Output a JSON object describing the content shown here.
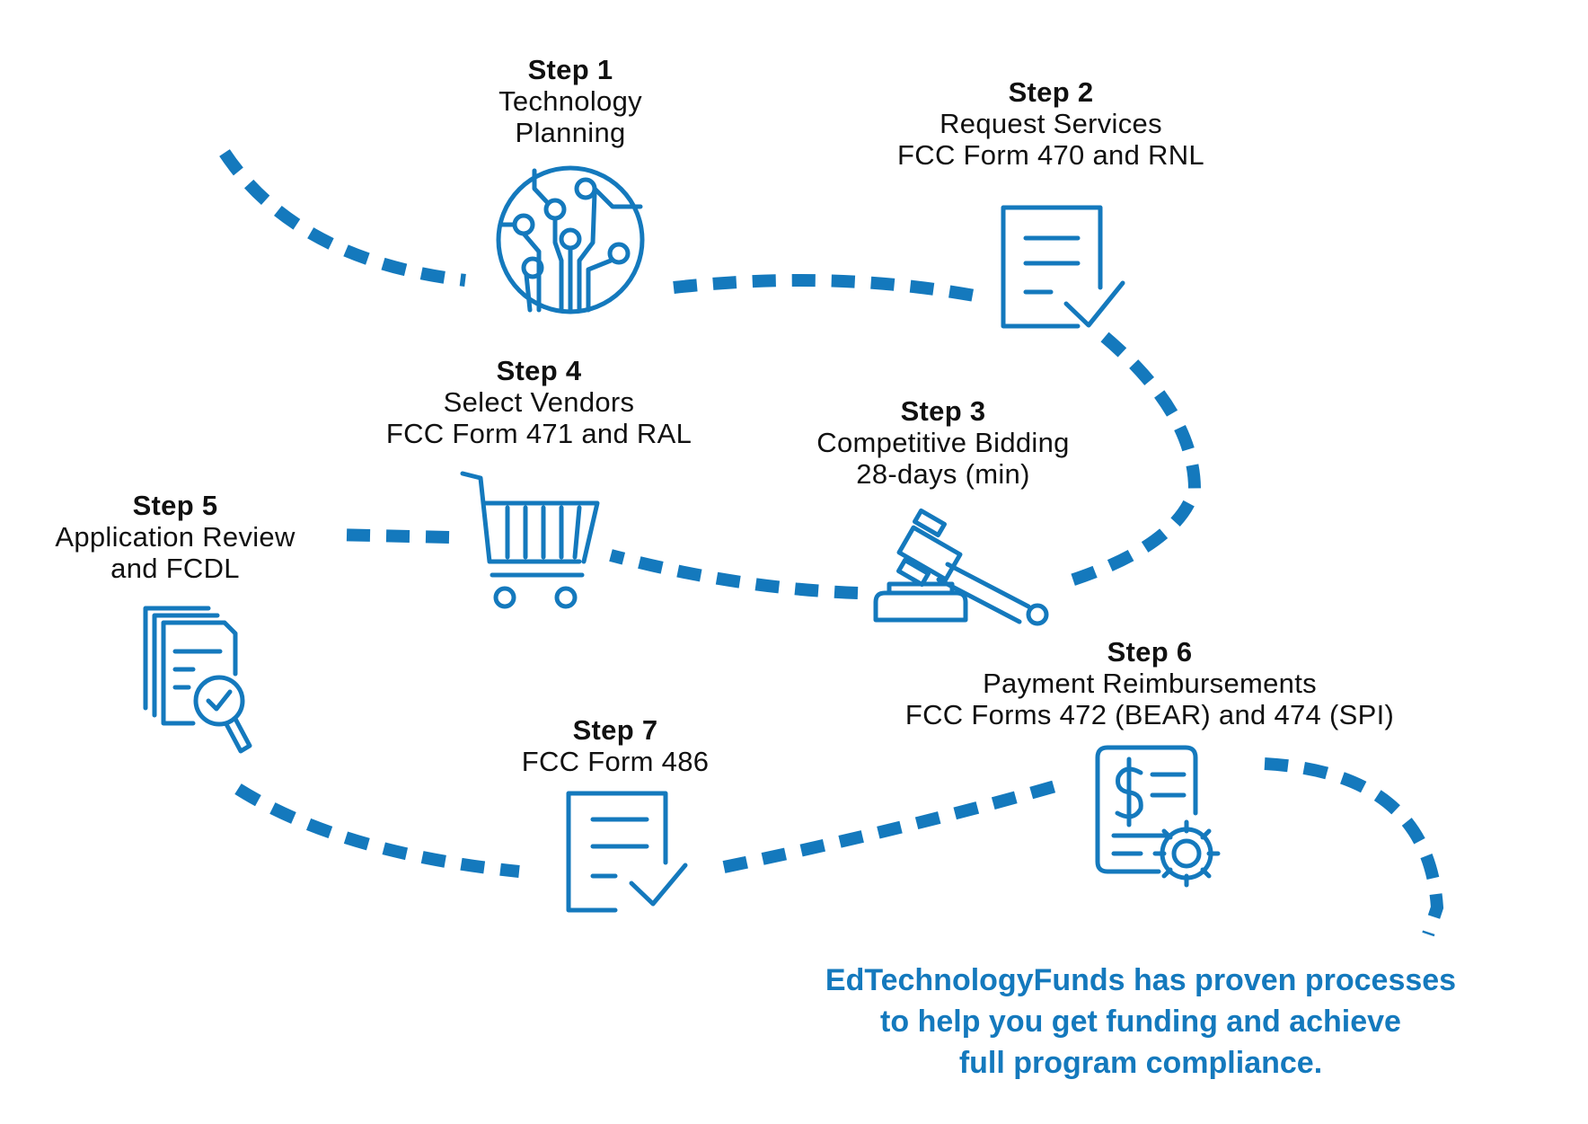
{
  "colors": {
    "accent": "#1479bd",
    "text": "#111111"
  },
  "steps": [
    {
      "id": 1,
      "title": "Step 1",
      "lines": [
        "Technology",
        "Planning"
      ],
      "icon": "circuit-circle-icon"
    },
    {
      "id": 2,
      "title": "Step 2",
      "lines": [
        "Request Services",
        "FCC Form 470 and RNL"
      ],
      "icon": "document-check-icon"
    },
    {
      "id": 3,
      "title": "Step 3",
      "lines": [
        "Competitive Bidding",
        "28-days (min)"
      ],
      "icon": "gavel-icon"
    },
    {
      "id": 4,
      "title": "Step 4",
      "lines": [
        "Select Vendors",
        "FCC Form 471 and RAL"
      ],
      "icon": "shopping-cart-icon"
    },
    {
      "id": 5,
      "title": "Step 5",
      "lines": [
        "Application Review",
        "and FCDL"
      ],
      "icon": "document-search-icon"
    },
    {
      "id": 6,
      "title": "Step 6",
      "lines": [
        "Payment Reimbursements",
        "FCC Forms 472 (BEAR) and 474 (SPI)"
      ],
      "icon": "invoice-gear-icon"
    },
    {
      "id": 7,
      "title": "Step 7",
      "lines": [
        "FCC Form 486"
      ],
      "icon": "document-check-icon"
    }
  ],
  "tagline": [
    "EdTechnologyFunds has proven processes",
    "to help you get funding and achieve",
    "full program compliance."
  ]
}
